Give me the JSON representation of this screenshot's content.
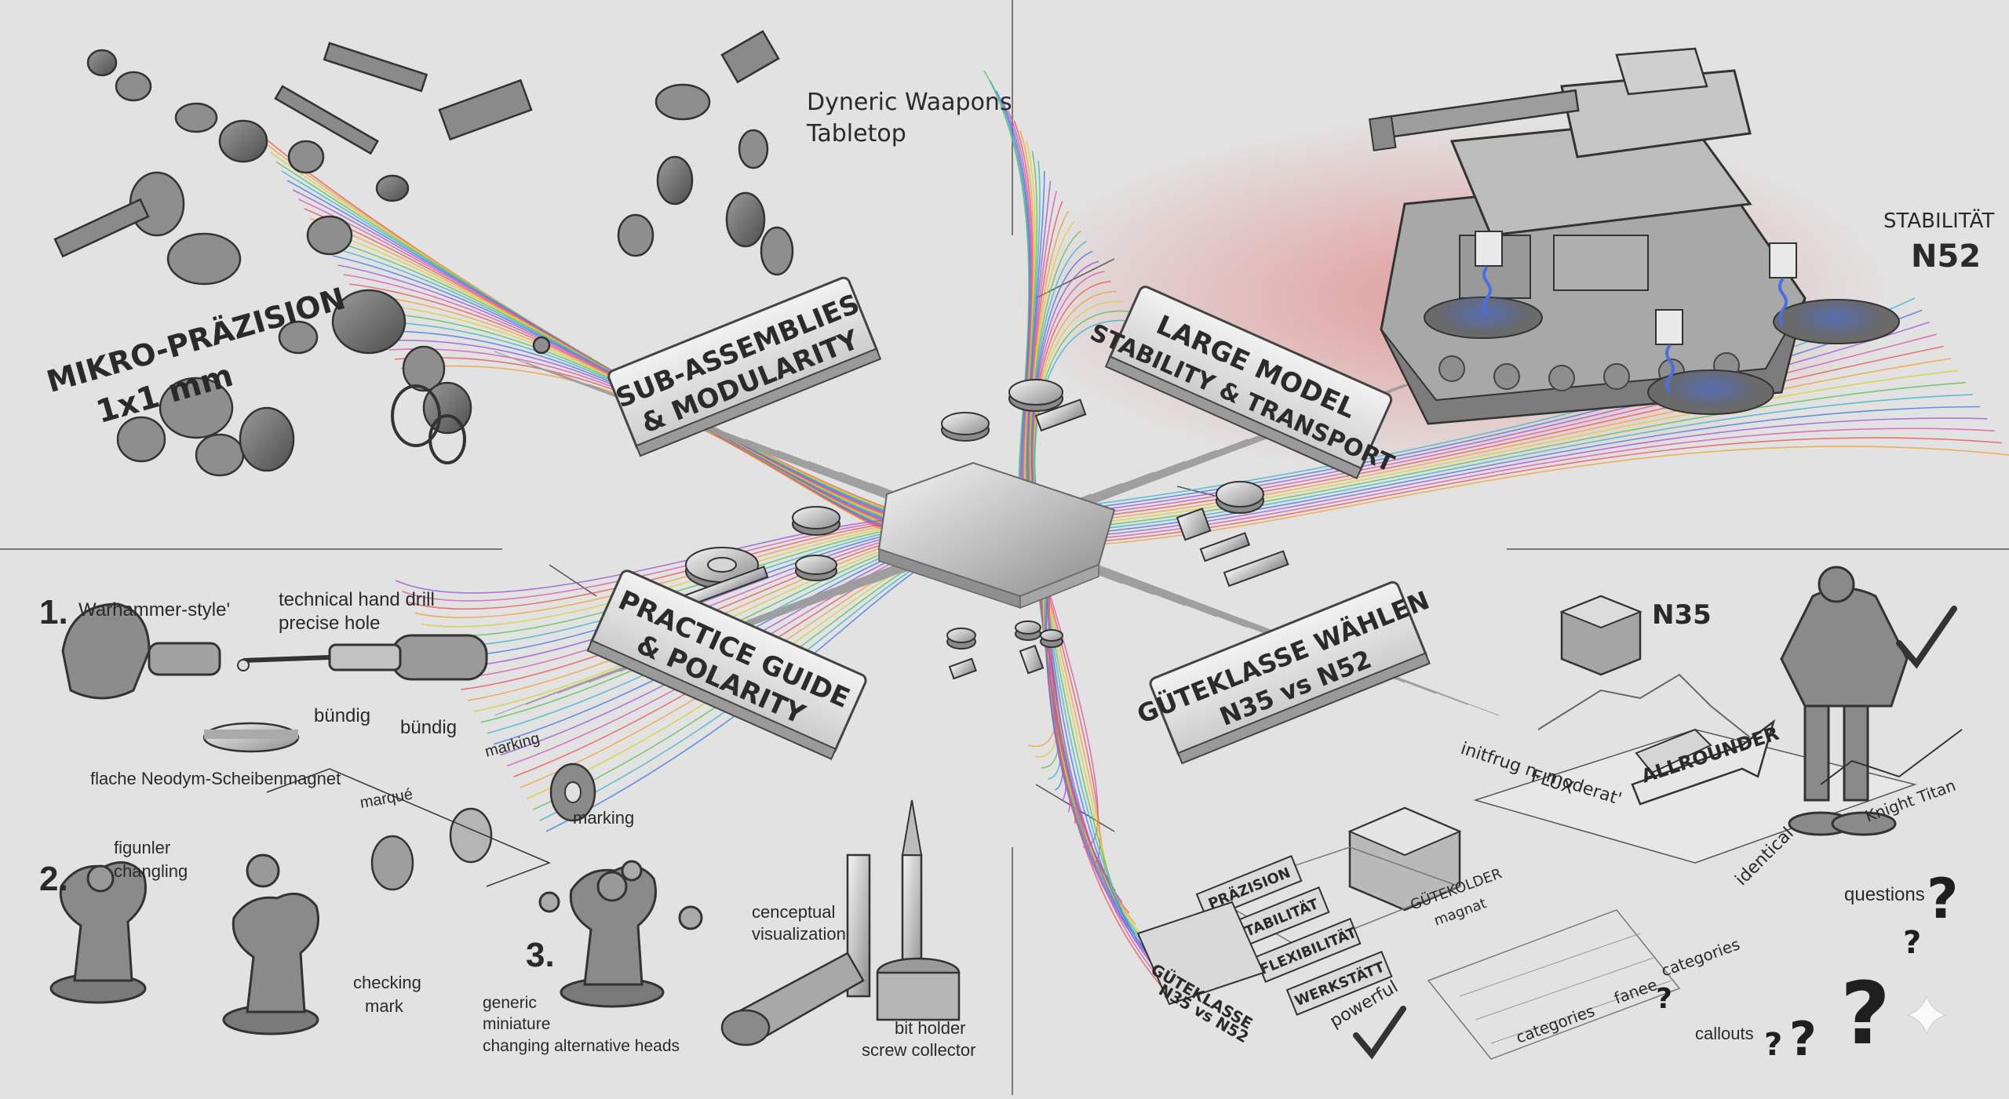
{
  "title": {
    "line1": "Dyneric Waapons",
    "line2": "Tabletop"
  },
  "micro": {
    "line1": "MIKRO-PRÄZISION",
    "line2": "1x1 mm"
  },
  "plaques": {
    "subassemblies": {
      "line1": "SUB-ASSEMBLIES",
      "line2": "& MODULARITY"
    },
    "large_model": {
      "line1": "LARGE MODEL",
      "line2": "STABILITY & TRANSPORT"
    },
    "practice": {
      "line1": "PRACTICE GUIDE",
      "line2": "& POLARITY"
    },
    "grade": {
      "line1": "GÜTEKLASSE WÄHLEN",
      "line2": "N35 vs N52"
    }
  },
  "tank": {
    "label_line1": "STABILITÄT",
    "label_line2": "N52"
  },
  "practice_steps": {
    "step1_number": "1.",
    "step1_label": "Warhammer-style'",
    "drill_line1": "technical hand drill",
    "drill_line2": "precise hole",
    "flush1": "bündig",
    "flush2": "bündig",
    "magnet_caption": "flache Neodym-Scheibenmagnet",
    "marking1": "marking",
    "marque": "marqué",
    "marking2": "marking",
    "step2_number": "2.",
    "figure_line1": "figunler",
    "figure_line2": "changling",
    "checking_line1": "checking",
    "checking_line2": "mark",
    "step3_number": "3.",
    "generic_line1": "generic",
    "generic_line2": "miniature",
    "generic_line3": "changing alternative heads",
    "conceptual_line1": "cenceptual",
    "conceptual_line2": "visualization",
    "bit_line1": "bit holder",
    "bit_line2": "screw collector"
  },
  "grade_panel": {
    "n35": "N35",
    "allrounder": "ALLROUNDER",
    "moderate_line1": "initfrug n. moderat'",
    "moderate_line2": "FLUX",
    "knight": "Knight Titan",
    "identical": "identical",
    "questions": "questions",
    "cube_label_line1": "GÜTEKOLDER",
    "cube_label_line2": "magnat",
    "tags": [
      "PRÄZISION",
      "STABILITÄT",
      "FLEXIBILITÄT",
      "WERKSTÄTT"
    ],
    "side_line1": "GÜTEKLASSE",
    "side_line2": "N35 vs N52",
    "powerful": "powerful",
    "categories1": "categories",
    "fanee": "fanee",
    "categories2": "categories",
    "callouts": "callouts"
  },
  "colors": {
    "background": "#e2e2e2",
    "line_palette": [
      "#e65a5a",
      "#f0a23c",
      "#d9cf3a",
      "#5cc25a",
      "#3fb5c9",
      "#4a78e0",
      "#9a5ad6",
      "#d65ab0"
    ],
    "field_red": "#e04848",
    "field_blue": "#4a6fe0"
  }
}
